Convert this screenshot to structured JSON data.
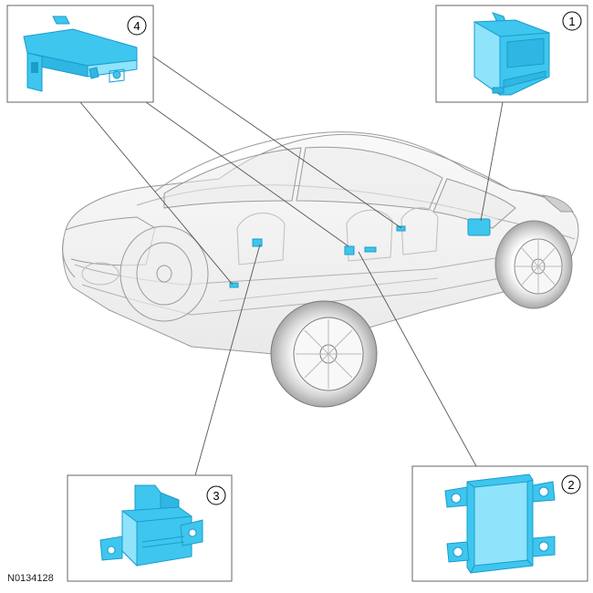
{
  "figure_id": "N0134128",
  "colors": {
    "component": "#3ec6ee",
    "component_dark": "#1a9ccc",
    "component_light": "#8fe3fb",
    "car_outline": "#9a9a9a",
    "leader_line": "#555555",
    "box_border": "#666666"
  },
  "callouts": [
    {
      "number": "1",
      "icon": "module-bracket-icon"
    },
    {
      "number": "2",
      "icon": "flanged-module-icon"
    },
    {
      "number": "3",
      "icon": "connector-module-icon"
    },
    {
      "number": "4",
      "icon": "antenna-bracket-icon"
    }
  ]
}
